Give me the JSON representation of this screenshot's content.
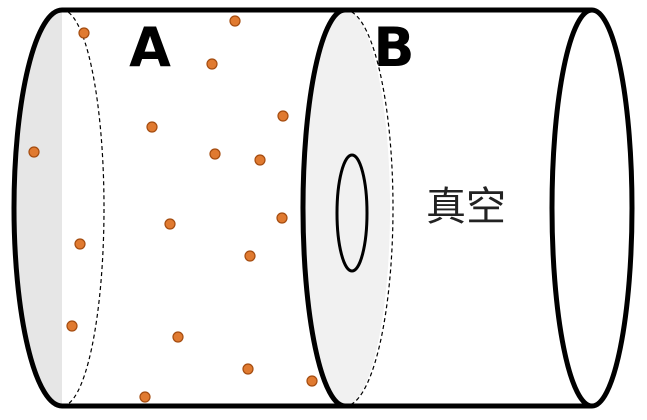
{
  "labels": {
    "chamber_a": "A",
    "partition_b": "B",
    "vacuum": "真空"
  },
  "colors": {
    "particle_fill": "#E07A30",
    "particle_stroke": "#A44C10",
    "left_cap": "#E6E6E6",
    "partition_face": "#F1F1F1",
    "outline": "#000000"
  }
}
